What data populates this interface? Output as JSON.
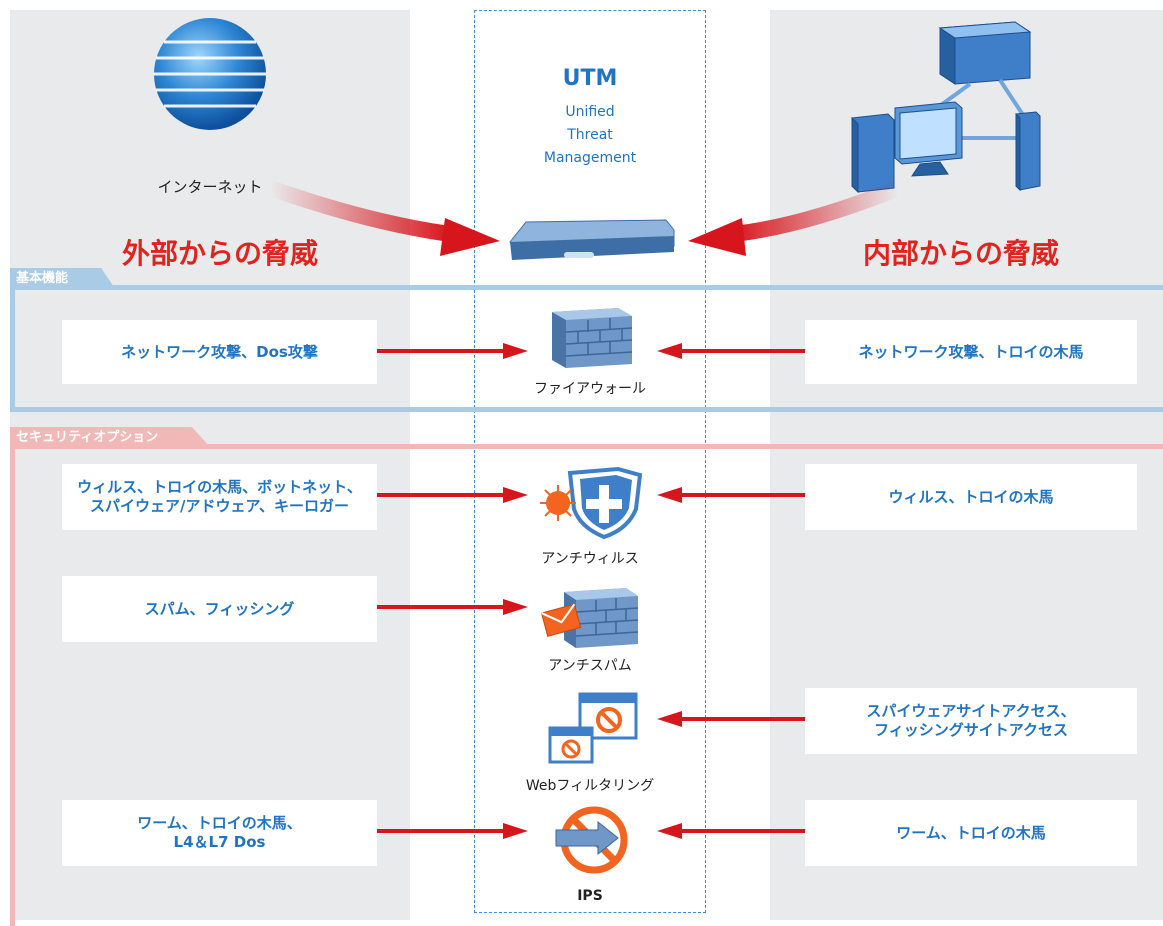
{
  "header": {
    "internet_label": "インターネット",
    "external_threat": "外部からの脅威",
    "internal_threat": "内部からの脅威"
  },
  "utm": {
    "title": "UTM",
    "subtitle_1": "Unified",
    "subtitle_2": "Threat",
    "subtitle_3": "Management"
  },
  "sections": {
    "basic": {
      "tab_label": "基本機能",
      "color": "#a9cbe6"
    },
    "option": {
      "tab_label": "セキュリティオプション",
      "color": "#f2b8b8"
    }
  },
  "features": [
    {
      "name": "ファイアウォール",
      "icon": "firewall-icon",
      "left_text": "ネットワーク攻撃、Dos攻撃",
      "right_text": "ネットワーク攻撃、トロイの木馬"
    },
    {
      "name": "アンチウィルス",
      "icon": "antivirus-shield-icon",
      "left_text": "ウィルス、トロイの木馬、ボットネット、\nスパイウェア/アドウェア、キーロガー",
      "right_text": "ウィルス、トロイの木馬"
    },
    {
      "name": "アンチスパム",
      "icon": "antispam-icon",
      "left_text": "スパム、フィッシング",
      "right_text": ""
    },
    {
      "name": "Webフィルタリング",
      "icon": "web-filter-icon",
      "left_text": "",
      "right_text": "スパイウェアサイトアクセス、\nフィッシングサイトアクセス"
    },
    {
      "name": "IPS",
      "icon": "ips-icon",
      "left_text": "ワーム、トロイの木馬、\nL4＆L7 Dos",
      "right_text": "ワーム、トロイの木馬"
    }
  ],
  "colors": {
    "arrow": "#d6151c",
    "text_blue": "#1f74c4",
    "threat_red": "#e0231c"
  }
}
